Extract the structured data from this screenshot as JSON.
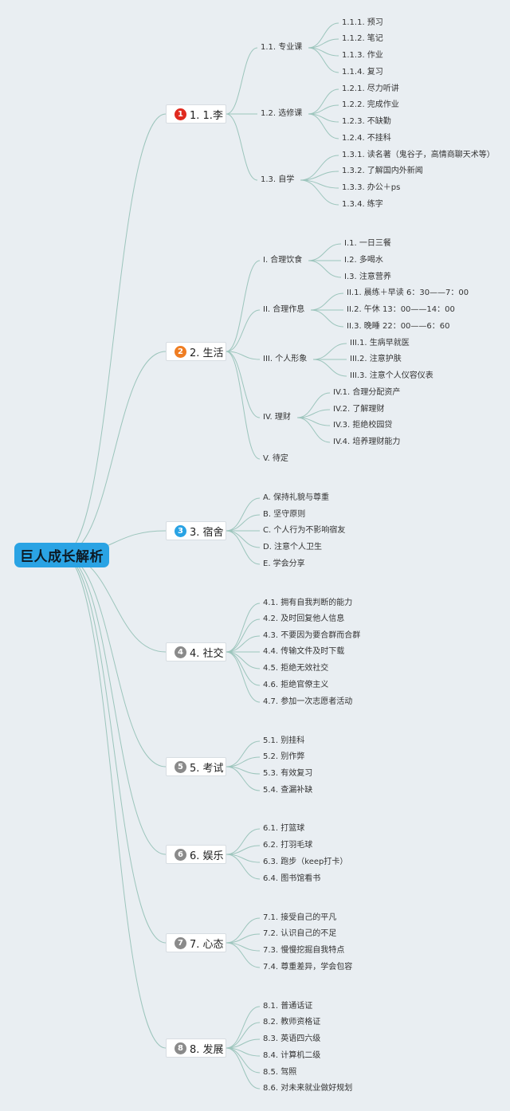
{
  "root": "巨人成长解析",
  "colors": {
    "link": "#9cc5bc",
    "red": "#e02a1f",
    "orange": "#ef7d22",
    "blue": "#2aa3e4",
    "gray": "#8a8a8a"
  },
  "branches": [
    {
      "num": "1",
      "label": "1. 1.李",
      "badge": "red",
      "subs": [
        {
          "label": "1.1. 专业课",
          "leaves": [
            "1.1.1. 预习",
            "1.1.2. 笔记",
            "1.1.3. 作业",
            "1.1.4. 复习"
          ]
        },
        {
          "label": "1.2. 选修课",
          "leaves": [
            "1.2.1. 尽力听讲",
            "1.2.2. 完成作业",
            "1.2.3. 不缺勤",
            "1.2.4. 不挂科"
          ]
        },
        {
          "label": "1.3. 自学",
          "leaves": [
            "1.3.1. 读名著（鬼谷子，高情商聊天术等）",
            "1.3.2. 了解国内外新闻",
            "1.3.3. 办公＋ps",
            "1.3.4. 练字"
          ]
        }
      ]
    },
    {
      "num": "2",
      "label": "2. 生活",
      "badge": "orange",
      "subs": [
        {
          "label": "I. 合理饮食",
          "leaves": [
            "I.1. 一日三餐",
            "I.2. 多喝水",
            "I.3. 注意营养"
          ]
        },
        {
          "label": "II. 合理作息",
          "leaves": [
            "II.1. 晨练＋早读 6：30——7：00",
            "II.2. 午休 13：00——14：00",
            "II.3. 晚睡 22：00——6：60"
          ]
        },
        {
          "label": "III. 个人形象",
          "leaves": [
            "III.1. 生病早就医",
            "III.2. 注意护肤",
            "III.3. 注意个人仪容仪表"
          ]
        },
        {
          "label": "IV. 理财",
          "leaves": [
            "IV.1. 合理分配资产",
            "IV.2. 了解理财",
            "IV.3. 拒绝校园贷",
            "IV.4. 培养理财能力"
          ]
        },
        {
          "label": "V. 待定",
          "leaves": []
        }
      ]
    },
    {
      "num": "3",
      "label": "3. 宿舍",
      "badge": "blue",
      "leaves": [
        "A. 保持礼貌与尊重",
        "B. 坚守原则",
        "C. 个人行为不影响宿友",
        "D. 注意个人卫生",
        "E. 学会分享"
      ]
    },
    {
      "num": "4",
      "label": "4. 社交",
      "badge": "gray",
      "leaves": [
        "4.1. 拥有自我判断的能力",
        "4.2. 及时回复他人信息",
        "4.3. 不要因为要合群而合群",
        "4.4. 传输文件及时下载",
        "4.5. 拒绝无效社交",
        "4.6. 拒绝官僚主义",
        "4.7. 参加一次志愿者活动"
      ]
    },
    {
      "num": "5",
      "label": "5. 考试",
      "badge": "gray",
      "leaves": [
        "5.1. 别挂科",
        "5.2. 别作弊",
        "5.3. 有效复习",
        "5.4. 查漏补缺"
      ]
    },
    {
      "num": "6",
      "label": "6. 娱乐",
      "badge": "gray",
      "leaves": [
        "6.1. 打篮球",
        "6.2. 打羽毛球",
        "6.3. 跑步（keep打卡）",
        "6.4. 图书馆看书"
      ]
    },
    {
      "num": "7",
      "label": "7. 心态",
      "badge": "gray",
      "leaves": [
        "7.1. 接受自己的平凡",
        "7.2. 认识自己的不足",
        "7.3. 慢慢挖掘自我特点",
        "7.4. 尊重差异，学会包容"
      ]
    },
    {
      "num": "8",
      "label": "8. 发展",
      "badge": "gray",
      "leaves": [
        "8.1. 普通话证",
        "8.2. 教师资格证",
        "8.3. 英语四六级",
        "8.4. 计算机二级",
        "8.5. 驾照",
        "8.6. 对未来就业做好规划"
      ]
    }
  ]
}
